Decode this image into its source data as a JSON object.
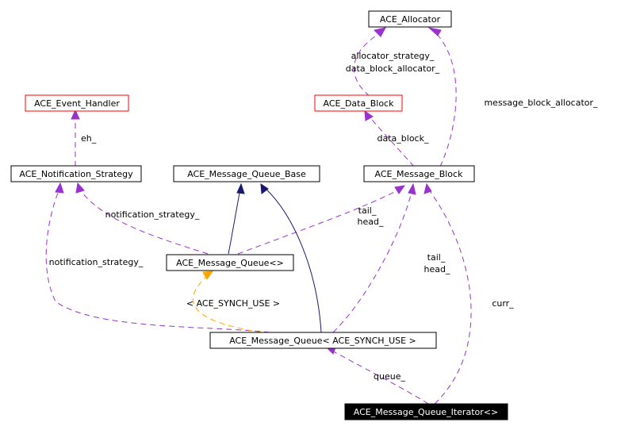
{
  "nodes": {
    "ace_allocator": {
      "label": "ACE_Allocator"
    },
    "ace_event_handler": {
      "label": "ACE_Event_Handler"
    },
    "ace_data_block": {
      "label": "ACE_Data_Block"
    },
    "ace_notification_strategy": {
      "label": "ACE_Notification_Strategy"
    },
    "ace_message_queue_base": {
      "label": "ACE_Message_Queue_Base"
    },
    "ace_message_block": {
      "label": "ACE_Message_Block"
    },
    "ace_message_queue_tpl": {
      "label": "ACE_Message_Queue<>"
    },
    "ace_message_queue_synch": {
      "label": "ACE_Message_Queue< ACE_SYNCH_USE >"
    },
    "ace_message_queue_iterator": {
      "label": "ACE_Message_Queue_Iterator<>"
    }
  },
  "edge_labels": {
    "allocator_strategy": "allocator_strategy_",
    "data_block_allocator": "data_block_allocator_",
    "message_block_allocator": "message_block_allocator_",
    "eh": "eh_",
    "data_block": "data_block_",
    "notification_strategy_upper": "notification_strategy_",
    "notification_strategy_lower": "notification_strategy_",
    "tail_upper": "tail_",
    "head_upper": "head_",
    "tail_lower": "tail_",
    "head_lower": "head_",
    "curr": "curr_",
    "template_arg": "< ACE_SYNCH_USE >",
    "queue": "queue_"
  },
  "colors": {
    "usage_edge": "#9a32cd",
    "inheritance_edge": "#191970",
    "template_edge": "#ffa500",
    "highlight_border": "#ff0000",
    "focus_node": "#000000"
  }
}
